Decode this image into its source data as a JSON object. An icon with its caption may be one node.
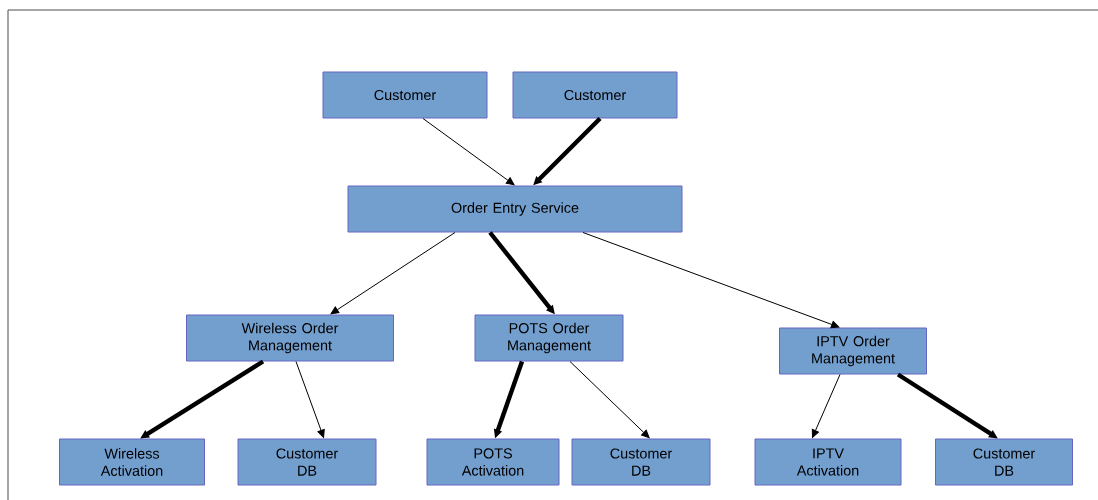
{
  "diagram": {
    "nodes": [
      {
        "text": [
          "Customer"
        ]
      },
      {
        "text": [
          "Customer"
        ]
      },
      {
        "text": [
          "Order Entry Service"
        ]
      },
      {
        "text": [
          "Wireless Order Management"
        ]
      },
      {
        "text": [
          "POTS Order Management"
        ]
      },
      {
        "text": [
          "IPTV Order Management"
        ]
      },
      {
        "text": [
          "Wireless Activation"
        ]
      },
      {
        "text": [
          "Customer DB"
        ]
      },
      {
        "text": [
          "POTS Activation"
        ]
      },
      {
        "text": [
          "Customer DB"
        ]
      },
      {
        "text": [
          "IPTV Activation"
        ]
      },
      {
        "text": [
          "Customer DB"
        ]
      }
    ],
    "edges": [
      {
        "from": 0,
        "to": 2,
        "arrow": "to"
      },
      {
        "from": 1,
        "to": 2,
        "arrow": "to",
        "style": "thick"
      },
      {
        "from": 2,
        "to": 3,
        "arrow": "to"
      },
      {
        "from": 2,
        "to": 4,
        "arrow": "to",
        "style": "thick"
      },
      {
        "from": 2,
        "to": 5,
        "arrow": "to"
      },
      {
        "from": 3,
        "to": 6,
        "arrow": "to",
        "style": "thick"
      },
      {
        "from": 3,
        "to": 7,
        "arrow": "to"
      },
      {
        "from": 4,
        "to": 8,
        "arrow": "to",
        "style": "thick"
      },
      {
        "from": 4,
        "to": 9,
        "arrow": "to"
      },
      {
        "from": 5,
        "to": 10,
        "arrow": "to"
      },
      {
        "from": 5,
        "to": 11,
        "arrow": "to",
        "style": "thick"
      }
    ]
  }
}
